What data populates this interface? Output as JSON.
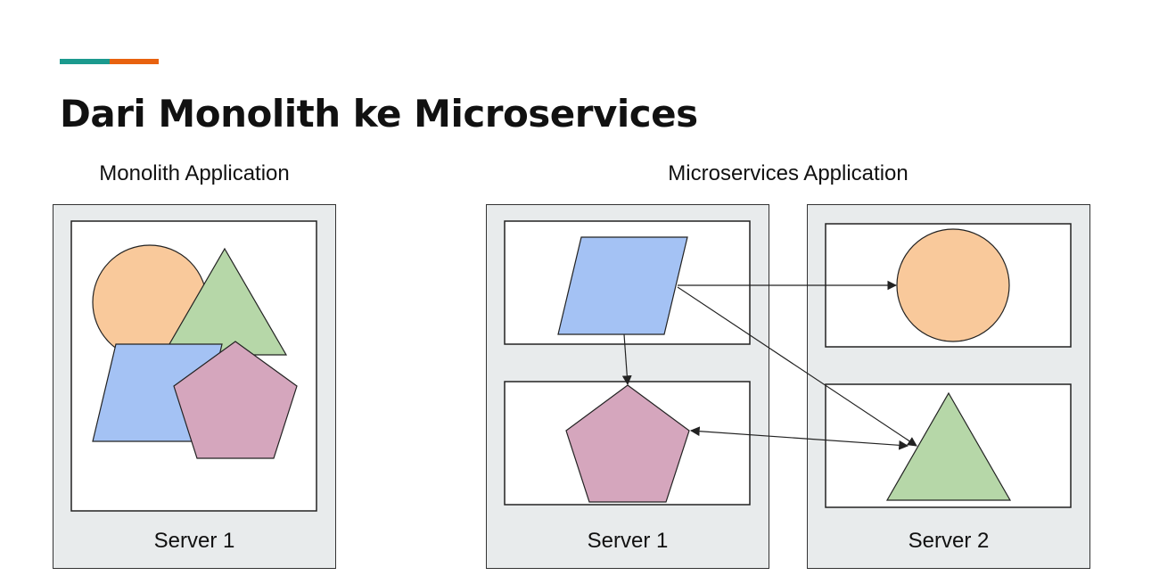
{
  "slide": {
    "title": "Dari Monolith ke Microservices",
    "accent_colors": {
      "teal": "#1b9a8e",
      "orange": "#e8620f"
    }
  },
  "monolith": {
    "heading": "Monolith Application",
    "server_label": "Server 1",
    "shapes": [
      "circle",
      "triangle",
      "parallelogram",
      "pentagon"
    ]
  },
  "microservices": {
    "heading": "Microservices Application",
    "servers": [
      {
        "label": "Server 1",
        "shapes": [
          "parallelogram",
          "pentagon"
        ]
      },
      {
        "label": "Server 2",
        "shapes": [
          "circle",
          "triangle"
        ]
      }
    ],
    "connections": [
      {
        "from": "parallelogram",
        "to": "circle"
      },
      {
        "from": "parallelogram",
        "to": "triangle"
      },
      {
        "from": "parallelogram",
        "to": "pentagon"
      },
      {
        "from": "triangle",
        "to": "pentagon"
      }
    ]
  },
  "colors": {
    "server_fill": "#e8ebec",
    "box_fill": "#ffffff",
    "outline": "#222222",
    "circle": "#f9c99b",
    "triangle": "#b6d7a8",
    "parallelogram": "#a4c2f4",
    "pentagon": "#d5a6bd",
    "text": "#111111"
  }
}
